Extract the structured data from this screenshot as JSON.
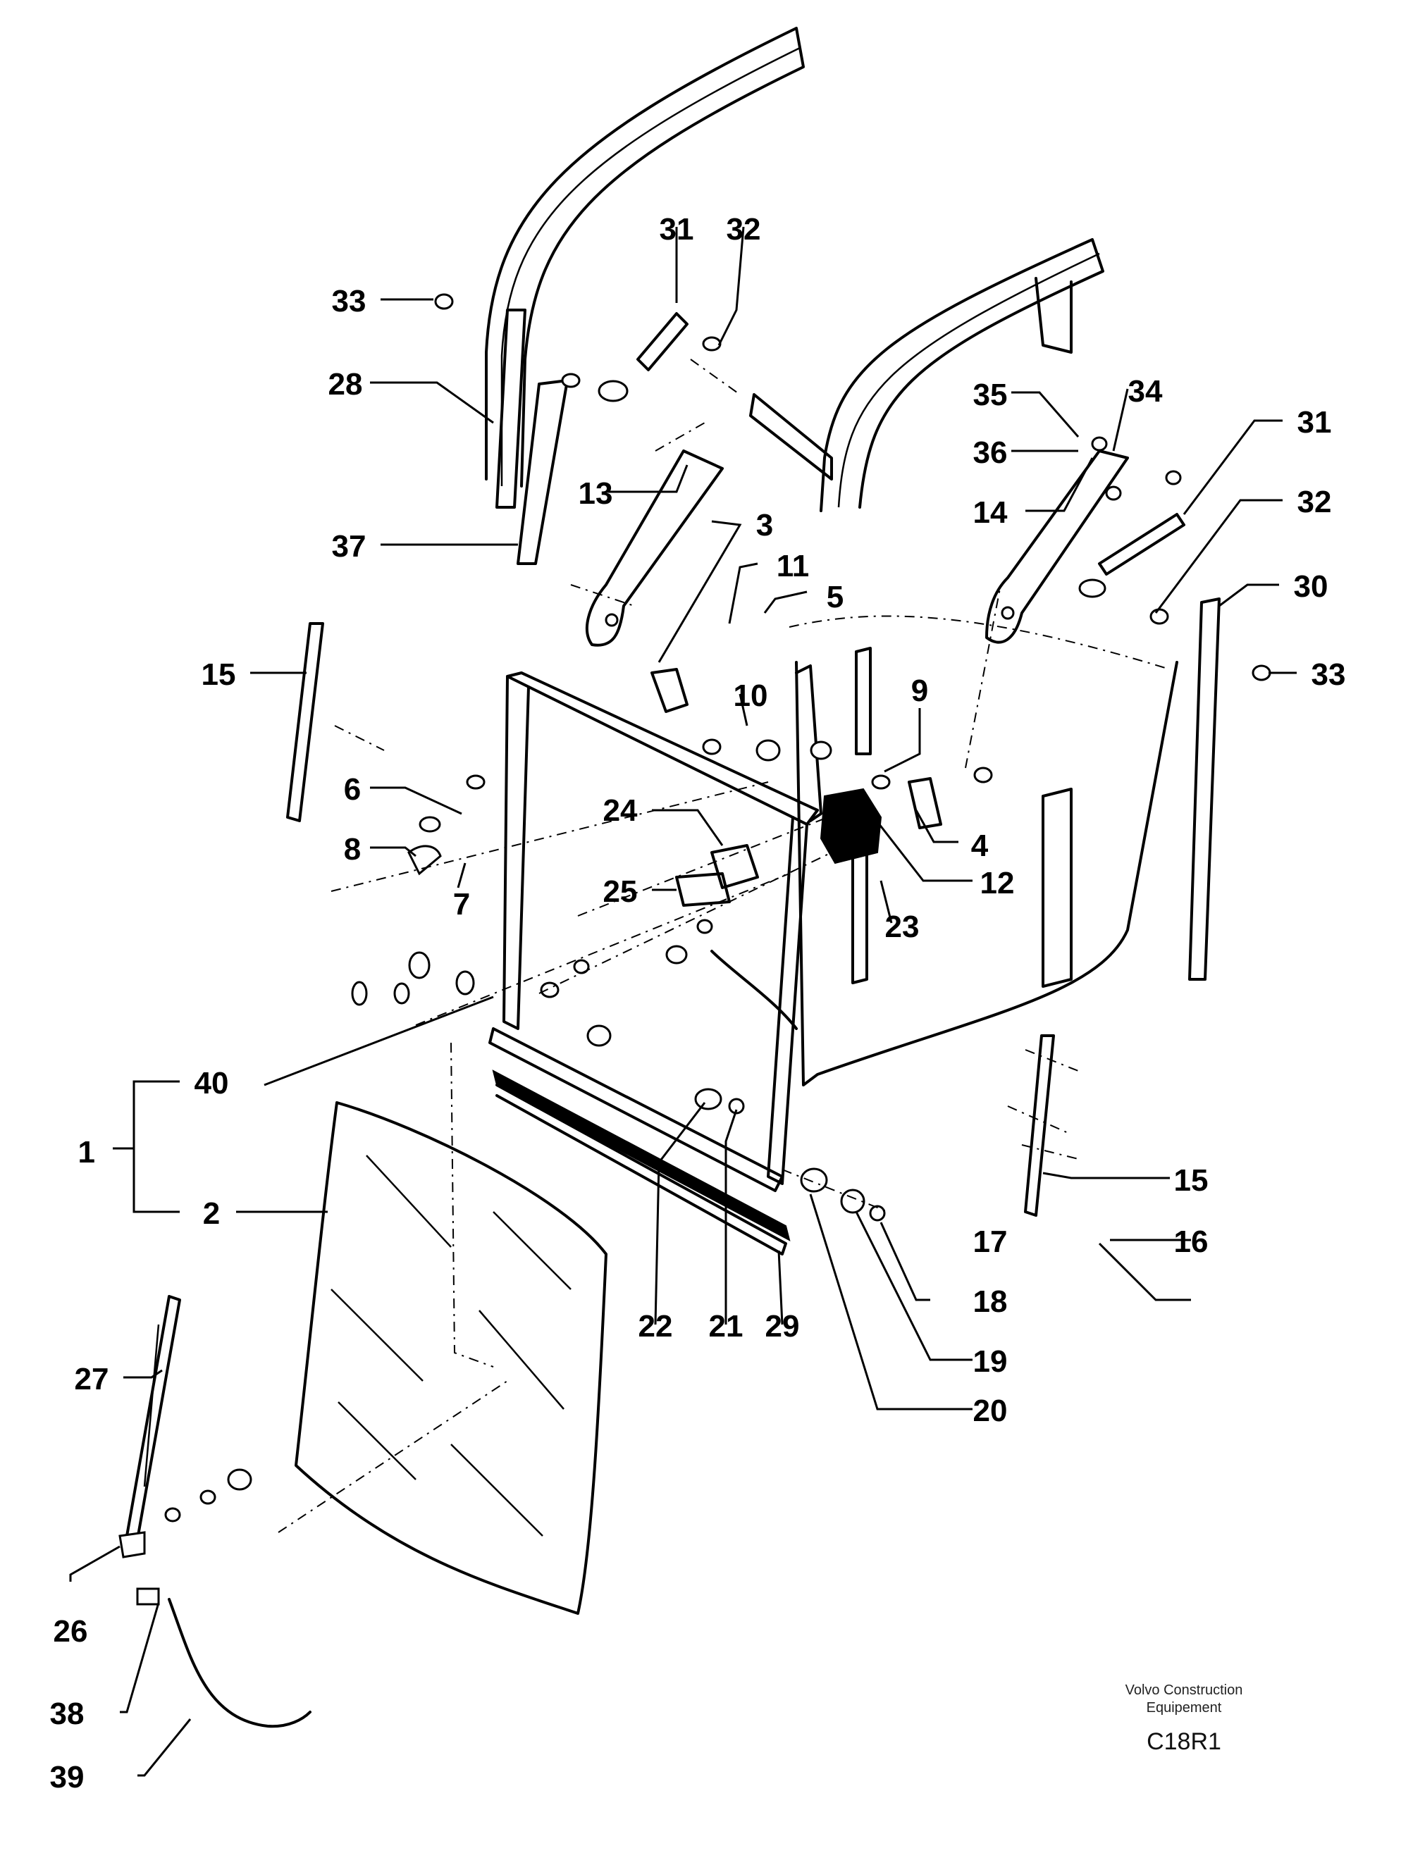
{
  "diagram": {
    "callouts": [
      "1",
      "2",
      "3",
      "4",
      "5",
      "6",
      "7",
      "8",
      "9",
      "10",
      "11",
      "12",
      "13",
      "14",
      "15",
      "15",
      "16",
      "17",
      "18",
      "19",
      "20",
      "21",
      "22",
      "23",
      "24",
      "25",
      "26",
      "27",
      "28",
      "29",
      "30",
      "31",
      "31",
      "32",
      "32",
      "33",
      "33",
      "34",
      "35",
      "36",
      "37",
      "38",
      "39",
      "40"
    ],
    "credit_line1": "Volvo Construction",
    "credit_line2": "Equipement",
    "drawing_code": "C18R1"
  }
}
